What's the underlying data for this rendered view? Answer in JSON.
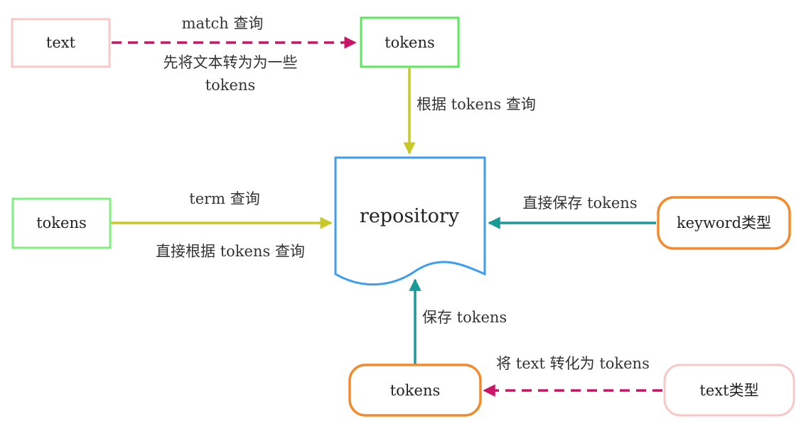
{
  "nodes": {
    "text_top": {
      "label": "text",
      "color": "#f8c8c8"
    },
    "tokens_top": {
      "label": "tokens",
      "color": "#5ce65c"
    },
    "tokens_left": {
      "label": "tokens",
      "color": "#7ef07e"
    },
    "repository": {
      "label": "repository",
      "color": "#3d9df0"
    },
    "keyword_type": {
      "label": "keyword类型",
      "color": "#f58a2d"
    },
    "tokens_bottom": {
      "label": "tokens",
      "color": "#f58a2d"
    },
    "text_type": {
      "label": "text类型",
      "color": "#f8c8c8"
    }
  },
  "edges": {
    "match_query": {
      "label_above": "match 查询",
      "label_below_line1": "先将文本转为为一些",
      "label_below_line2": "tokens",
      "color": "#cc1466",
      "style": "dashed"
    },
    "tokens_query": {
      "label": "根据 tokens 查询",
      "color": "#c8c82a",
      "style": "solid"
    },
    "term_query": {
      "label_above": "term 查询",
      "label_below": "直接根据 tokens 查询",
      "color": "#c8c82a",
      "style": "solid"
    },
    "keyword_save": {
      "label": "直接保存 tokens",
      "color": "#1a9a96",
      "style": "solid"
    },
    "bottom_save": {
      "label": "保存 tokens",
      "color": "#1a9a96",
      "style": "solid"
    },
    "text_convert": {
      "label": "将 text 转化为 tokens",
      "color": "#cc1466",
      "style": "dashed"
    }
  }
}
